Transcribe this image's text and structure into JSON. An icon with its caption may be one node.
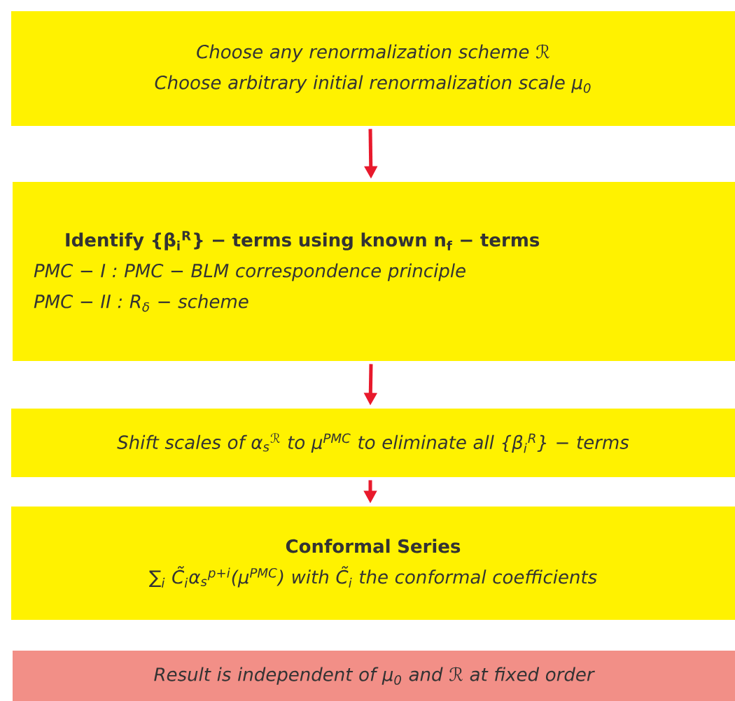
{
  "diagram": {
    "nodes": [
      {
        "text": [
          "Choose any renormalization scheme ℛ",
          "Choose arbitrary initial renormalization scale μ$_{0}$"
        ]
      },
      {
        "text": [
          "Identify {β$_{i}$$^{R}$} − terms using known n$_{f}$ − terms",
          "PMC − I : PMC − BLM correspondence principle",
          "PMC − II : R$_{δ}$ − scheme"
        ]
      },
      {
        "text": [
          "Shift scales of α$_{s}$$^{ℛ}$ to μ$^{PMC}$ to eliminate all {β$_{i}$$^{R}$} − terms"
        ]
      },
      {
        "text": [
          "Conformal Series",
          "∑$_{i}$ C̃$_{i}$α$_{s}$$^{p+i}$(μ$^{PMC}$) with C̃$_{i}$ the conformal coefficients"
        ]
      },
      {
        "text": [
          "Result is independent of μ$_{0}$ and ℛ at fixed order"
        ]
      }
    ],
    "edges": [
      {
        "from": 0,
        "to": 1,
        "arrow": "to"
      },
      {
        "from": 1,
        "to": 2,
        "arrow": "to"
      },
      {
        "from": 2,
        "to": 3,
        "arrow": "to"
      }
    ]
  }
}
